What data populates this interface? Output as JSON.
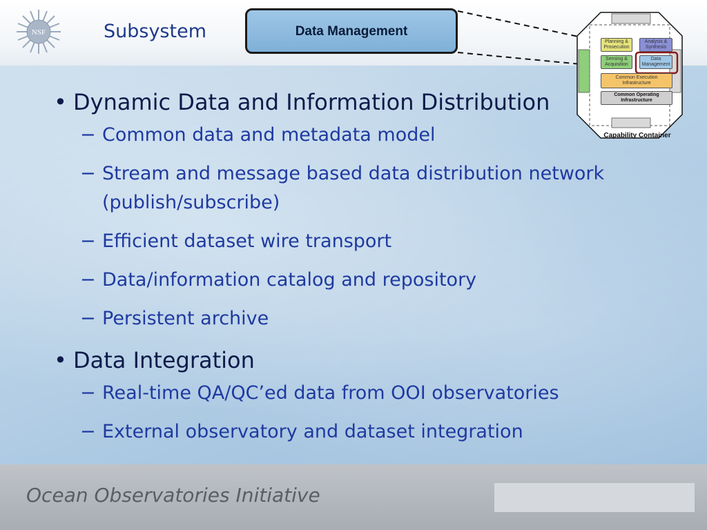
{
  "header": {
    "title": "Subsystem",
    "callout_label": "Data Management"
  },
  "diagram": {
    "boxes": {
      "planning": "Planning & Prosecution",
      "analysis": "Analysis & Synthesis",
      "sensing": "Sensing & Acquisition",
      "data_mgmt": "Data Management",
      "cei": "Common Execution Infrastructure",
      "coi": "Common Operating Infrastructure"
    },
    "container_label": "Capability Container",
    "colors": {
      "planning": "#e3e27a",
      "analysis": "#8a8fd6",
      "sensing": "#8fce7a",
      "data_mgmt": "#9fc6e6",
      "cei": "#f5c46a",
      "coi": "#cfcfcf",
      "highlight": "#8b1a1a"
    }
  },
  "bullets": [
    {
      "text": "Dynamic Data and Information Distribution",
      "subs": [
        "Common data and metadata model",
        "Stream and message based data distribution network (publish/subscribe)",
        "Efficient dataset wire transport",
        "Data/information catalog and repository",
        "Persistent archive"
      ]
    },
    {
      "text": "Data Integration",
      "subs": [
        "Real-time QA/QC’ed data from OOI observatories",
        "External observatory and dataset integration"
      ]
    }
  ],
  "footer": {
    "text": "Ocean Observatories Initiative"
  }
}
